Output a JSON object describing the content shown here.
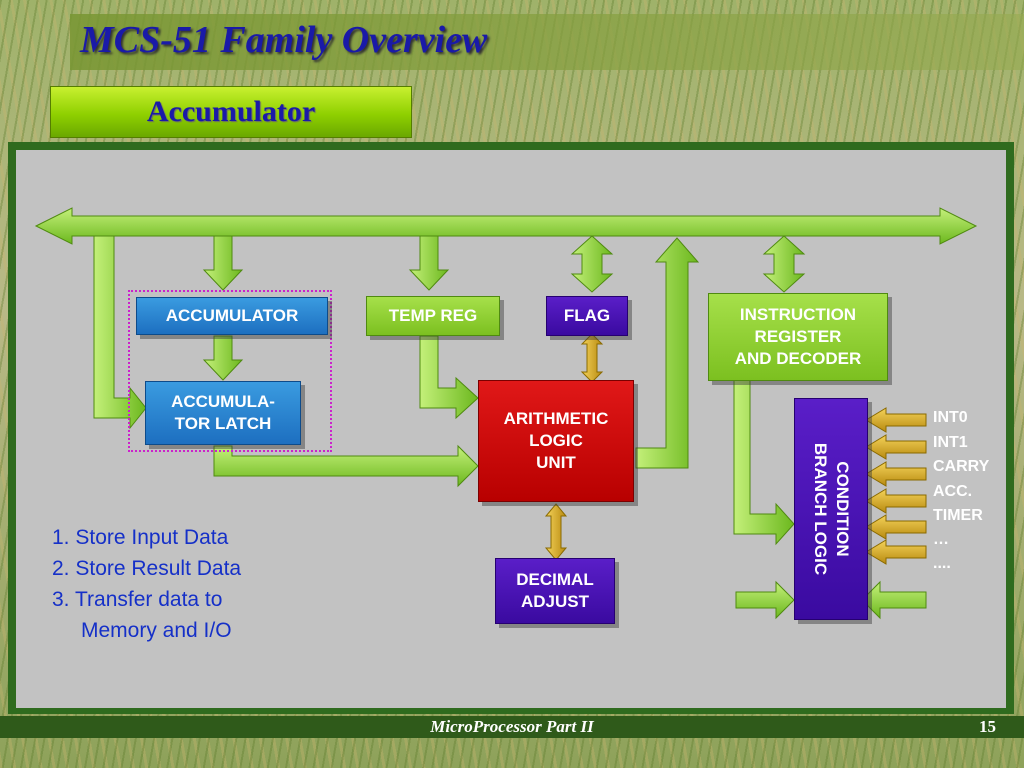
{
  "slide": {
    "title": "MCS-51 Family Overview",
    "subtitle": "Accumulator",
    "footer": "MicroProcessor Part II",
    "page_number": "15"
  },
  "blocks": {
    "accumulator": "ACCUMULATOR",
    "accumulator_latch": "ACCUMULA-\nTOR LATCH",
    "temp_reg": "TEMP REG",
    "flag": "FLAG",
    "instruction_register": "INSTRUCTION\nREGISTER\nAND DECODER",
    "alu": "ARITHMETIC\nLOGIC\nUNIT",
    "decimal_adjust": "DECIMAL\nADJUST",
    "condition_branch_logic": "CONDITION\nBRANCH  LOGIC"
  },
  "signals": [
    "INT0",
    "INT1",
    "CARRY",
    "ACC.",
    "TIMER",
    "…",
    "...."
  ],
  "notes": [
    "1. Store Input Data",
    "2. Store Result Data",
    "3. Transfer data to",
    "Memory and I/O"
  ],
  "colors": {
    "title": "#1a1aa8",
    "bus_green": "#8ed63a",
    "accumulator_blue": "#1d6fc0",
    "alu_red": "#c80000",
    "flag_purple": "#3a0aa0",
    "signal_gold": "#d4a017",
    "notes_blue": "#1530c8"
  }
}
